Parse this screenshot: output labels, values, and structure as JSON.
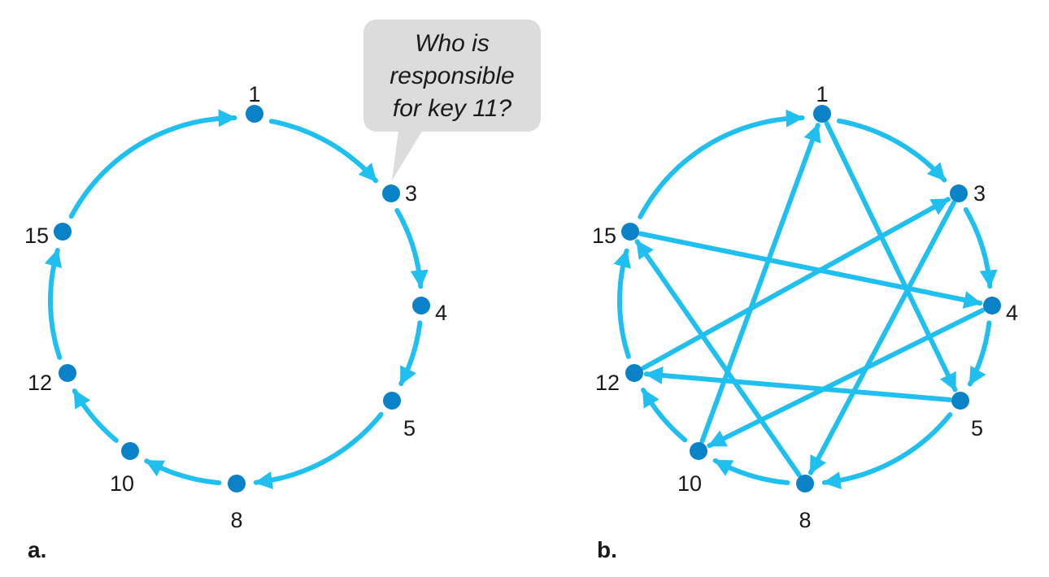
{
  "colors": {
    "edge": "#1fbff0",
    "node": "#0a82c8",
    "bubble": "#dcdcdc",
    "text": "#1a1a1a"
  },
  "panel_a": {
    "label": "a.",
    "nodes": [
      {
        "id": "1",
        "label": "1"
      },
      {
        "id": "3",
        "label": "3"
      },
      {
        "id": "4",
        "label": "4"
      },
      {
        "id": "5",
        "label": "5"
      },
      {
        "id": "8",
        "label": "8"
      },
      {
        "id": "10",
        "label": "10"
      },
      {
        "id": "12",
        "label": "12"
      },
      {
        "id": "15",
        "label": "15"
      }
    ],
    "edges": [
      {
        "from": "1",
        "to": "3"
      },
      {
        "from": "3",
        "to": "4"
      },
      {
        "from": "4",
        "to": "5"
      },
      {
        "from": "5",
        "to": "8"
      },
      {
        "from": "8",
        "to": "10"
      },
      {
        "from": "10",
        "to": "12"
      },
      {
        "from": "12",
        "to": "15"
      },
      {
        "from": "15",
        "to": "1"
      }
    ],
    "bubble": {
      "lines": [
        "Who is",
        "responsible",
        "for key 11?"
      ]
    }
  },
  "panel_b": {
    "label": "b.",
    "nodes": [
      {
        "id": "1",
        "label": "1"
      },
      {
        "id": "3",
        "label": "3"
      },
      {
        "id": "4",
        "label": "4"
      },
      {
        "id": "5",
        "label": "5"
      },
      {
        "id": "8",
        "label": "8"
      },
      {
        "id": "10",
        "label": "10"
      },
      {
        "id": "12",
        "label": "12"
      },
      {
        "id": "15",
        "label": "15"
      }
    ],
    "ring_edges": [
      {
        "from": "1",
        "to": "3"
      },
      {
        "from": "3",
        "to": "4"
      },
      {
        "from": "4",
        "to": "5"
      },
      {
        "from": "5",
        "to": "8"
      },
      {
        "from": "8",
        "to": "10"
      },
      {
        "from": "10",
        "to": "12"
      },
      {
        "from": "12",
        "to": "15"
      },
      {
        "from": "15",
        "to": "1"
      }
    ],
    "shortcut_edges": [
      {
        "from": "1",
        "to": "5"
      },
      {
        "from": "3",
        "to": "8"
      },
      {
        "from": "4",
        "to": "10"
      },
      {
        "from": "5",
        "to": "12"
      },
      {
        "from": "8",
        "to": "15"
      },
      {
        "from": "10",
        "to": "1"
      },
      {
        "from": "12",
        "to": "3"
      },
      {
        "from": "15",
        "to": "4"
      }
    ]
  }
}
